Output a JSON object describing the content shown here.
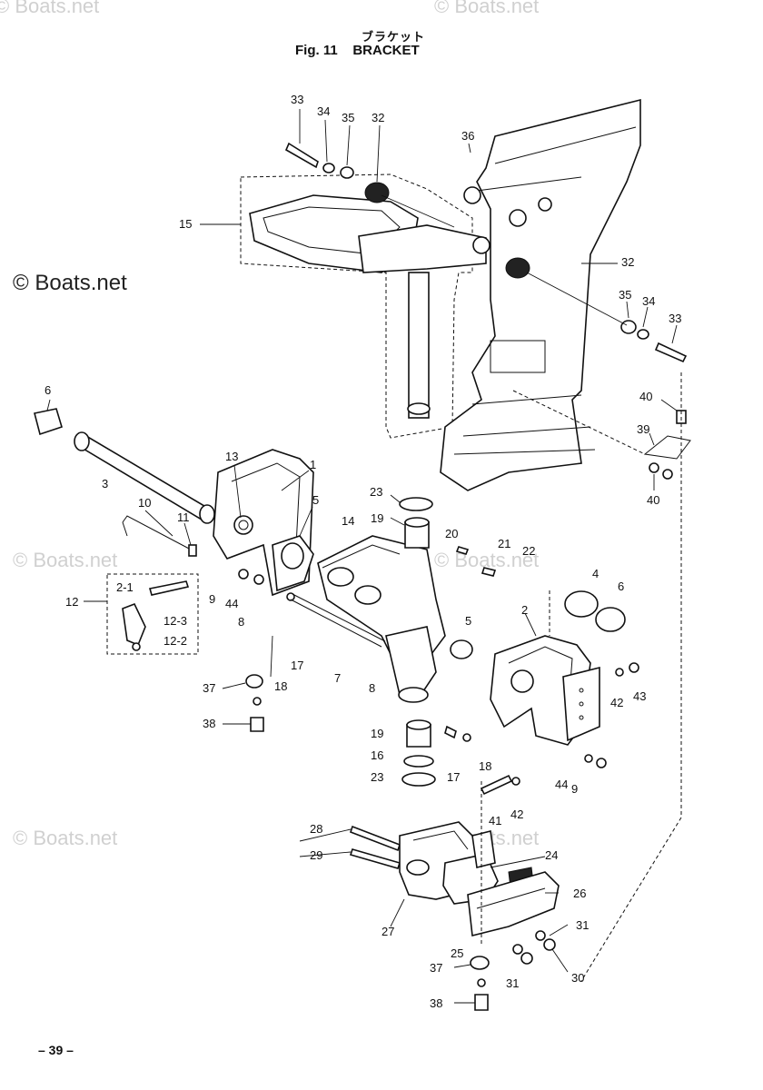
{
  "header": {
    "title_jp": "ブラケット",
    "title_en": "Fig. 11    BRACKET"
  },
  "watermarks": [
    "© Boats.net",
    "© Boats.net",
    "© Boats.net",
    "© Boats.net",
    "© Boats.net",
    "© Boats.net",
    "© Boats.net"
  ],
  "page_number": "– 39 –",
  "callouts": [
    {
      "id": "c1",
      "text": "33"
    },
    {
      "id": "c2",
      "text": "34"
    },
    {
      "id": "c3",
      "text": "35"
    },
    {
      "id": "c4",
      "text": "32"
    },
    {
      "id": "c5",
      "text": "36"
    },
    {
      "id": "c6",
      "text": "15"
    },
    {
      "id": "c7",
      "text": "32"
    },
    {
      "id": "c8",
      "text": "35"
    },
    {
      "id": "c9",
      "text": "34"
    },
    {
      "id": "c10",
      "text": "33"
    },
    {
      "id": "c11",
      "text": "40"
    },
    {
      "id": "c12",
      "text": "39"
    },
    {
      "id": "c13",
      "text": "40"
    },
    {
      "id": "c14",
      "text": "6"
    },
    {
      "id": "c15",
      "text": "3"
    },
    {
      "id": "c16",
      "text": "13"
    },
    {
      "id": "c17",
      "text": "1"
    },
    {
      "id": "c18",
      "text": "5"
    },
    {
      "id": "c19",
      "text": "10"
    },
    {
      "id": "c20",
      "text": "11"
    },
    {
      "id": "c21",
      "text": "12"
    },
    {
      "id": "c22",
      "text": "2-1"
    },
    {
      "id": "c23",
      "text": "12-3"
    },
    {
      "id": "c24",
      "text": "12-2"
    },
    {
      "id": "c25",
      "text": "9"
    },
    {
      "id": "c26",
      "text": "44"
    },
    {
      "id": "c27",
      "text": "8"
    },
    {
      "id": "c28",
      "text": "14"
    },
    {
      "id": "c29",
      "text": "23"
    },
    {
      "id": "c30",
      "text": "19"
    },
    {
      "id": "c31",
      "text": "20"
    },
    {
      "id": "c32",
      "text": "21"
    },
    {
      "id": "c33",
      "text": "22"
    },
    {
      "id": "c34",
      "text": "4"
    },
    {
      "id": "c35",
      "text": "6"
    },
    {
      "id": "c36",
      "text": "2"
    },
    {
      "id": "c37",
      "text": "5"
    },
    {
      "id": "c38",
      "text": "7"
    },
    {
      "id": "c39",
      "text": "17"
    },
    {
      "id": "c40",
      "text": "18"
    },
    {
      "id": "c41",
      "text": "8"
    },
    {
      "id": "c42",
      "text": "37"
    },
    {
      "id": "c43",
      "text": "38"
    },
    {
      "id": "c44",
      "text": "42"
    },
    {
      "id": "c45",
      "text": "43"
    },
    {
      "id": "c46",
      "text": "19"
    },
    {
      "id": "c47",
      "text": "16"
    },
    {
      "id": "c48",
      "text": "23"
    },
    {
      "id": "c49",
      "text": "17"
    },
    {
      "id": "c50",
      "text": "18"
    },
    {
      "id": "c51",
      "text": "44"
    },
    {
      "id": "c52",
      "text": "9"
    },
    {
      "id": "c53",
      "text": "41"
    },
    {
      "id": "c54",
      "text": "42"
    },
    {
      "id": "c55",
      "text": "28"
    },
    {
      "id": "c56",
      "text": "29"
    },
    {
      "id": "c57",
      "text": "24"
    },
    {
      "id": "c58",
      "text": "26"
    },
    {
      "id": "c59",
      "text": "27"
    },
    {
      "id": "c60",
      "text": "31"
    },
    {
      "id": "c61",
      "text": "25"
    },
    {
      "id": "c62",
      "text": "37"
    },
    {
      "id": "c63",
      "text": "31"
    },
    {
      "id": "c64",
      "text": "30"
    },
    {
      "id": "c65",
      "text": "38"
    }
  ]
}
